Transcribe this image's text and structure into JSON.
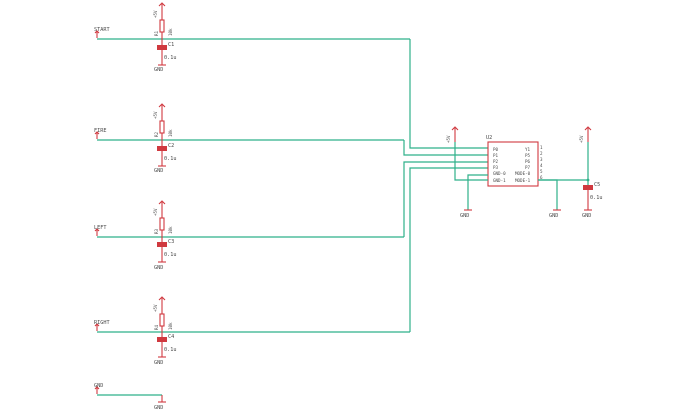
{
  "inputs": [
    {
      "label": "START",
      "cap": "C1",
      "res_value": "10k",
      "res_ref": "R1"
    },
    {
      "label": "FIRE",
      "cap": "C2",
      "res_value": "10k",
      "res_ref": "R2"
    },
    {
      "label": "LEFT",
      "cap": "C3",
      "res_value": "10k",
      "res_ref": "R3"
    },
    {
      "label": "RIGHT",
      "cap": "C4",
      "res_value": "10k",
      "res_ref": "R4"
    }
  ],
  "power_label": "+5V",
  "gnd_label": "GND",
  "cap_value": "0.1u",
  "gnd_port_label": "GND",
  "ic": {
    "ref": "U2",
    "pins_left": [
      "P0",
      "P1",
      "P2",
      "P3",
      "GND-0",
      "GND-1"
    ],
    "pins_right": [
      "Y1",
      "P5",
      "P6",
      "P7",
      "MODE-0",
      "MODE-1"
    ],
    "pin_numbers": [
      "1",
      "2",
      "3",
      "4",
      "5",
      "6"
    ]
  },
  "decoupling": {
    "cap": "C5",
    "value": "0.1u"
  }
}
